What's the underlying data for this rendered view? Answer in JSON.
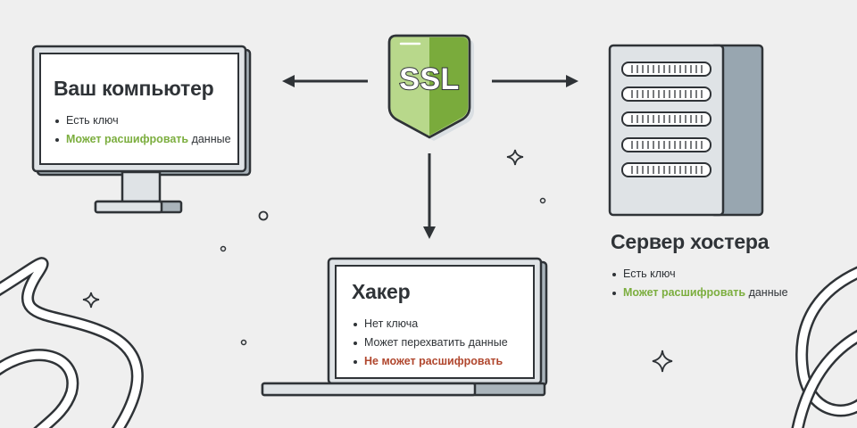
{
  "shield": {
    "label": "SSL"
  },
  "computer": {
    "title": "Ваш компьютер",
    "item1": "Есть ключ",
    "item2_highlight": "Может расшифровать",
    "item2_rest": " данные"
  },
  "hacker": {
    "title": "Хакер",
    "item1": "Нет ключа",
    "item2": "Может перехватить данные",
    "item3": "Не может расшифровать"
  },
  "server": {
    "title": "Сервер хостера",
    "item1": "Есть ключ",
    "item2_highlight": "Может расшифровать",
    "item2_rest": " данные"
  },
  "colors": {
    "background": "#efefef",
    "outline": "#2f3337",
    "green": "#7cae3f",
    "red": "#b0472e",
    "device_gray": "#b9c3ca"
  }
}
